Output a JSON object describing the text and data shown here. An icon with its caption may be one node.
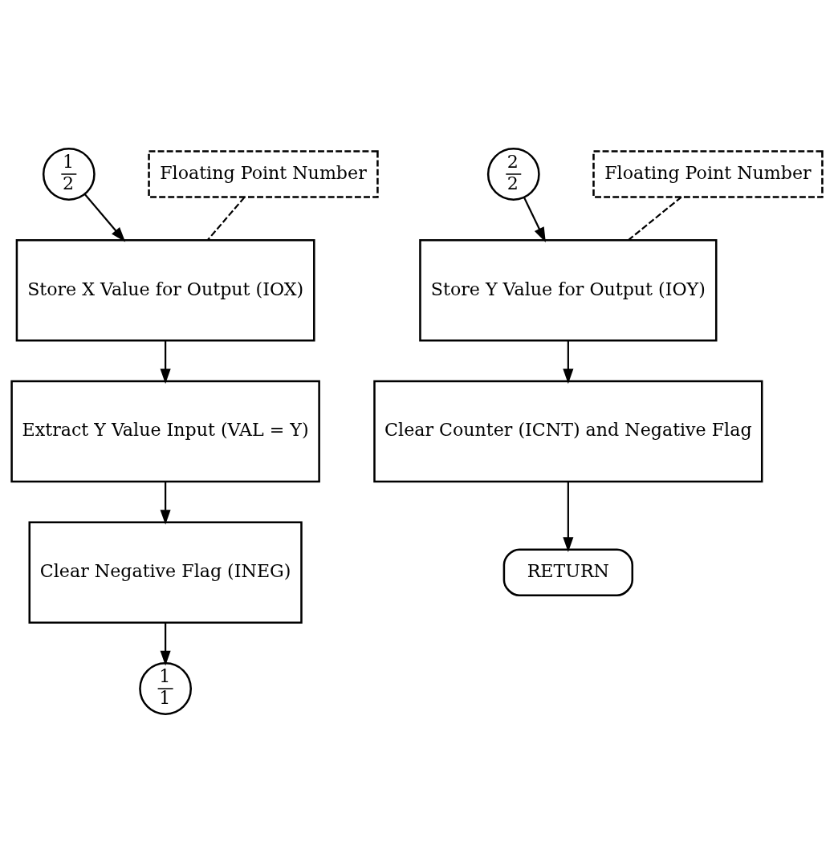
{
  "diagram": {
    "nodes": [
      {
        "text": [
          "1",
          "2"
        ]
      },
      {
        "text": [
          "Floating Point Number"
        ]
      },
      {
        "text": [
          "Store X Value for Output (IOX)"
        ]
      },
      {
        "text": [
          "Extract Y Value Input (VAL = Y)"
        ]
      },
      {
        "text": [
          "Clear Negative Flag (INEG)"
        ]
      },
      {
        "text": [
          "1",
          "1"
        ]
      },
      {
        "text": [
          "2",
          "2"
        ]
      },
      {
        "text": [
          "Floating Point Number"
        ]
      },
      {
        "text": [
          "Store Y Value for Output (IOY)"
        ]
      },
      {
        "text": [
          "Clear Counter (ICNT) and Negative Flag"
        ]
      },
      {
        "text": [
          "RETURN"
        ]
      }
    ],
    "edges": [
      {
        "from": 0,
        "to": 2,
        "arrow": "to"
      },
      {
        "from": 1,
        "to": 2,
        "arrow": "none",
        "style": "dashed"
      },
      {
        "from": 2,
        "to": 3,
        "arrow": "to"
      },
      {
        "from": 3,
        "to": 4,
        "arrow": "to"
      },
      {
        "from": 4,
        "to": 5,
        "arrow": "to"
      },
      {
        "from": 6,
        "to": 8,
        "arrow": "to"
      },
      {
        "from": 7,
        "to": 8,
        "arrow": "none",
        "style": "dashed"
      },
      {
        "from": 8,
        "to": 9,
        "arrow": "to"
      },
      {
        "from": 9,
        "to": 10,
        "arrow": "to"
      }
    ]
  }
}
